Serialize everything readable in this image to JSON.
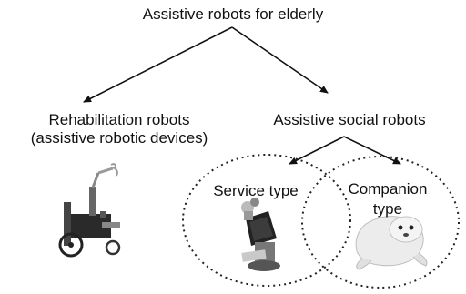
{
  "diagram": {
    "root": {
      "label": "Assistive robots for elderly"
    },
    "rehabilitation": {
      "label_line1": "Rehabilitation robots",
      "label_line2": "(assistive robotic devices)",
      "image_icon": "wheelchair-robot-arm-icon"
    },
    "social": {
      "label": "Assistive social robots",
      "service": {
        "label": "Service type",
        "image_icon": "service-robot-icon"
      },
      "companion": {
        "label_line1": "Companion",
        "label_line2": "type",
        "image_icon": "seal-robot-icon"
      }
    }
  },
  "colors": {
    "line": "#111111",
    "circle_stroke": "#222222"
  }
}
